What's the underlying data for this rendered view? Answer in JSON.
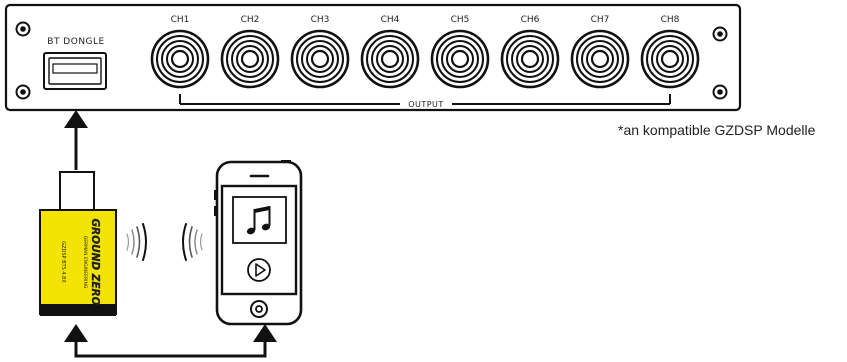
{
  "panel": {
    "dongle_label": "BT DONGLE",
    "channels": [
      "CH1",
      "CH2",
      "CH3",
      "CH4",
      "CH5",
      "CH6",
      "CH7",
      "CH8"
    ],
    "output_label": "OUTPUT"
  },
  "footnote": "*an kompatible GZDSP Modelle",
  "dongle": {
    "brand": "GROUND ZERO",
    "subbrand": "GERMAN ENGINEERING",
    "model": "GZDSP BTS 4.8X",
    "body_color": "#f2e400"
  },
  "phone": {
    "music_icon": "music-note-icon",
    "play_icon": "play-icon"
  },
  "colors": {
    "stroke": "#111111",
    "dongle_yellow": "#f2e400"
  }
}
